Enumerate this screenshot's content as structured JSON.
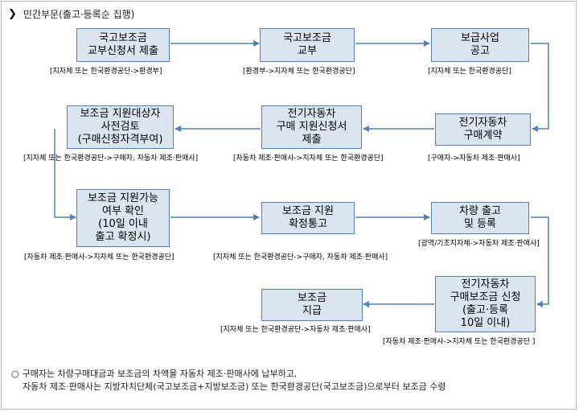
{
  "header": {
    "title": "민간부문(출고·등록순 집행)"
  },
  "boxes": {
    "b1": "국고보조금\n교부신청서 제출",
    "b2": "국고보조금\n교부",
    "b3": "보급사업\n공고",
    "b4": "보조금 지원대상자\n사전검토\n(구매신청자격부여)",
    "b5": "전기자동차\n구매 지원신청서\n제출",
    "b6": "전기자동차\n구매계약",
    "b7": "보조금 지원가능\n여부 확인\n(10일 이내\n출고 확정시)",
    "b8": "보조금 지원\n확정통고",
    "b9": "차량 출고\n및 등록",
    "b10": "보조금\n지급",
    "b11": "전기자동차\n구매보조금 신청\n(출고·등록\n10일 이내)"
  },
  "captions": {
    "c1": "[지자체 또는 한국환경공단->환경부]",
    "c2": "[환경부->지자체 또는 한국환경공단]",
    "c3": "[지자체 또는 한국환경공단]",
    "c4": "[지자체 또는 한국환경공단->구매자, 자동차 제조·판매사]",
    "c5": "[자동차 제조·판매사->지자체 또는 한국환경공단]",
    "c6": "[구매자->자동차 제조·판매사]",
    "c7": "[자동차 제조·판매사->지자체 또는 한국환경공단]",
    "c8": "[지자체 또는 한국환경공단->구매자, 자동차 제조·판매사]",
    "c9": "[광역/기초지자체->자동차 제조·판매사]",
    "c10": "[지자체 또는 한국환경공단->자동차 제조·판매사]",
    "c11": "[자동차 제조·판매사->지자체 또는 한국환경공단 ]"
  },
  "note": {
    "bullet": "○",
    "line1": "구매자는 차량구매대금과 보조금의 차액을 자동차 제조·판매사에 납부하고,",
    "line2": "자동차 제조·판매사는 지방자치단체(국고보조금+지방보조금) 또는 한국환경공단(국고보조금)으로부터 보조금 수령"
  },
  "colors": {
    "box_fill": "#dbe5f1",
    "box_border": "#4f81bd",
    "arrow": "#4f81bd"
  }
}
